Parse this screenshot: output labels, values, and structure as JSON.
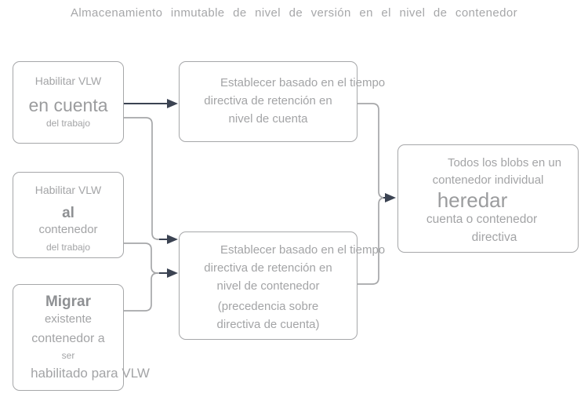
{
  "title": "Almacenamiento  inmutable  de  nivel  de  versión  en  el  nivel  de  contenedor",
  "boxes": {
    "enable_account": {
      "line1": "Habilitar VLW",
      "line2": "en cuenta",
      "line3": "del trabajo"
    },
    "enable_container": {
      "line1": "Habilitar VLW",
      "line2": "al",
      "line3": "contenedor",
      "line4": "del trabajo"
    },
    "migrate_container": {
      "line1": "Migrar",
      "line2": "existente",
      "line3": "contenedor a",
      "line4": "ser",
      "line5": "habilitado para VLW"
    },
    "account_policy": {
      "line1": "Establecer basado en el tiempo",
      "line2": "directiva de retención en",
      "line3": "nivel de cuenta"
    },
    "container_policy": {
      "line1": "Establecer basado en el tiempo",
      "line2": "directiva de retención en",
      "line3": "nivel de contenedor",
      "line4": "(precedencia sobre",
      "line5": "directiva de cuenta)"
    },
    "inherit_policy": {
      "line1": "Todos los blobs en un",
      "line2": "contenedor individual",
      "line3": "heredar",
      "line4": "cuenta o contenedor",
      "line5": "directiva"
    }
  },
  "colors": {
    "background": "#ffffff",
    "box_border": "#a6a7a9",
    "connector_line": "#a6a7a9",
    "arrow": "#3b4352",
    "text_light": "#a3a4a6",
    "text_strong": "#8e9093"
  }
}
